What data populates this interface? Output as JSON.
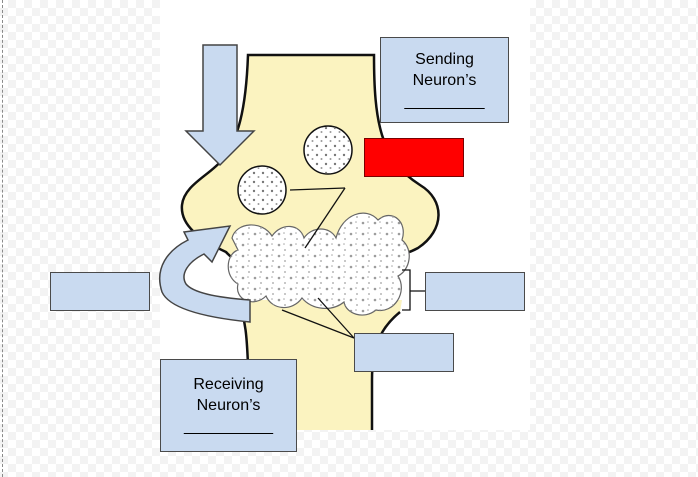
{
  "colors": {
    "neuron_fill": "#fbf3c0",
    "outline": "#111111",
    "label_fill": "#c9daf0",
    "label_border": "#4a4a4a",
    "arrow_fill": "#c9daf0",
    "highlight_red": "#ff0000"
  },
  "labels": {
    "sending": {
      "line1": "Sending",
      "line2": "Neuron’s",
      "blank": "_________"
    },
    "receiving": {
      "line1": "Receiving",
      "line2": "Neuron’s",
      "blank": "__________"
    },
    "left_blank": "",
    "right_blank": "",
    "bottom_blank": ""
  },
  "icons": {
    "down_arrow": "down-arrow-icon",
    "curved_arrow": "curved-arrow-icon"
  }
}
